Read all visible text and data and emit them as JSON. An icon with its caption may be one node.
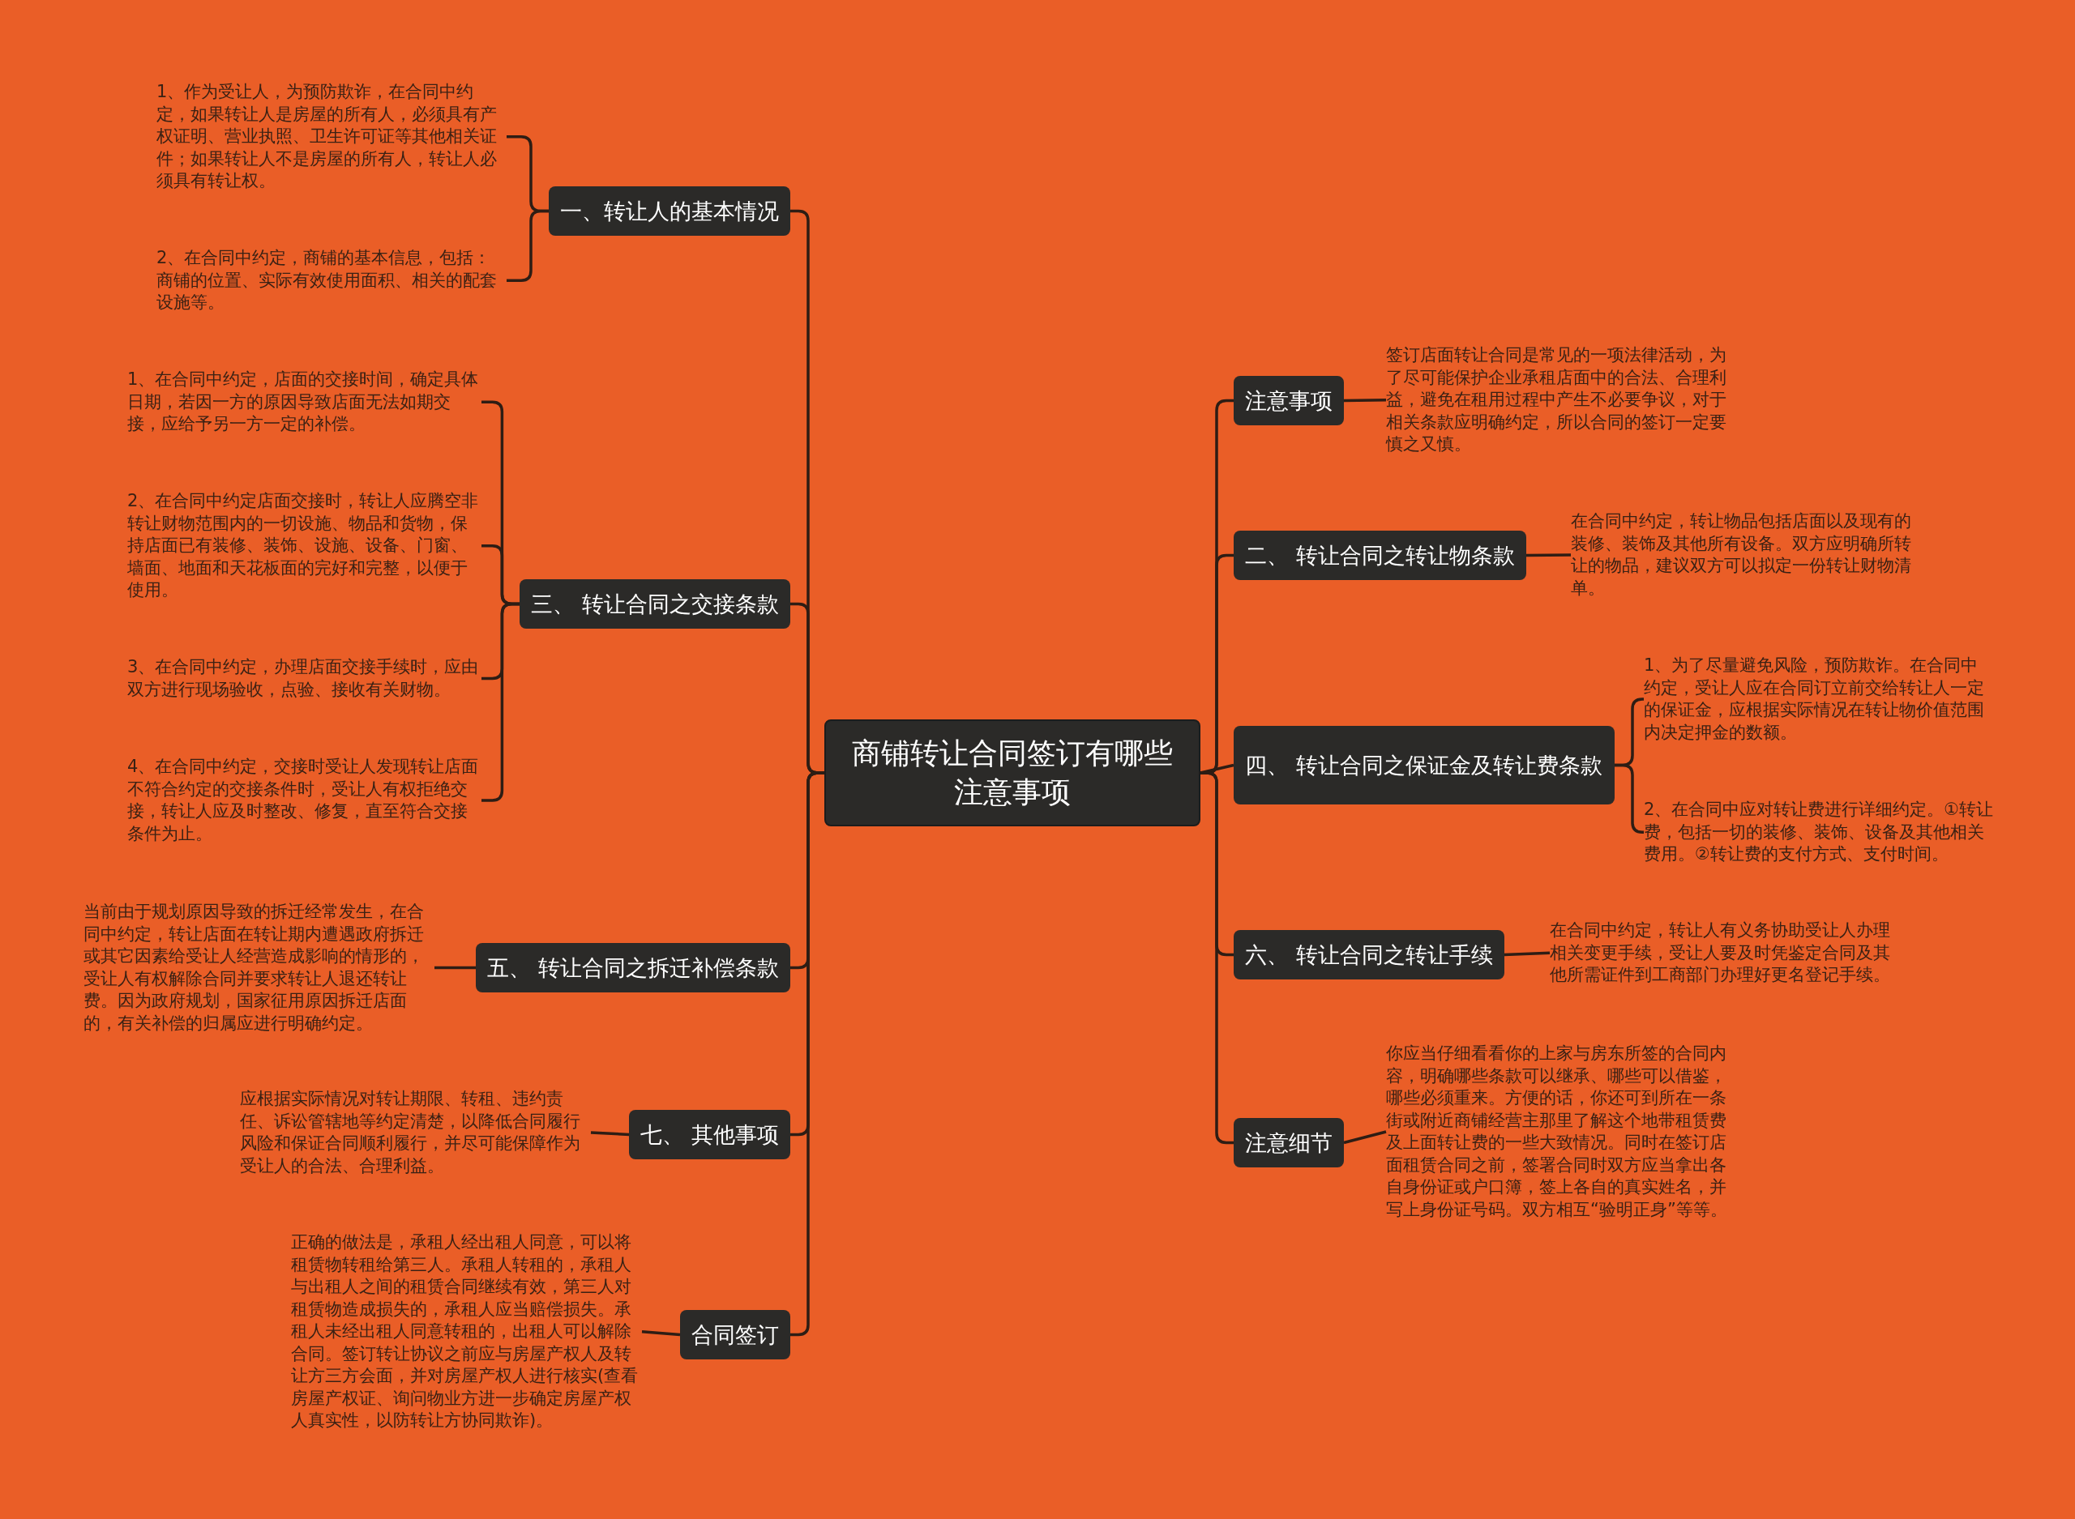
{
  "diagram": {
    "nodes": [
      {
        "text": [
          "商铺转让合同签订有哪些注意事项"
        ]
      },
      {
        "text": [
          "一、转让人的基本情况"
        ]
      },
      {
        "text": [
          "1、作为受让人，为预防欺诈，在合同中约定，如果转让人是房屋的所有人，必须具有产权证明、营业执照、卫生许可证等其他相关证件；如果转让人不是房屋的所有人，转让人必须具有转让权。"
        ]
      },
      {
        "text": [
          "2、在合同中约定，商铺的基本信息，包括：商铺的位置、实际有效使用面积、相关的配套设施等。"
        ]
      },
      {
        "text": [
          "三、 转让合同之交接条款"
        ]
      },
      {
        "text": [
          "1、在合同中约定，店面的交接时间，确定具体日期，若因一方的原因导致店面无法如期交接，应给予另一方一定的补偿。"
        ]
      },
      {
        "text": [
          "2、在合同中约定店面交接时，转让人应腾空非转让财物范围内的一切设施、物品和货物，保持店面已有装修、装饰、设施、设备、门窗、墙面、地面和天花板面的完好和完整，以便于使用。"
        ]
      },
      {
        "text": [
          "3、在合同中约定，办理店面交接手续时，应由双方进行现场验收，点验、接收有关财物。"
        ]
      },
      {
        "text": [
          "4、在合同中约定，交接时受让人发现转让店面不符合约定的交接条件时，受让人有权拒绝交接，转让人应及时整改、修复，直至符合交接条件为止。"
        ]
      },
      {
        "text": [
          "五、 转让合同之拆迁补偿条款"
        ]
      },
      {
        "text": [
          "当前由于规划原因导致的拆迁经常发生，在合同中约定，转让店面在转让期内遭遇政府拆迁或其它因素给受让人经营造成影响的情形的，受让人有权解除合同并要求转让人退还转让费。因为政府规划，国家征用原因拆迁店面的，有关补偿的归属应进行明确约定。"
        ]
      },
      {
        "text": [
          "七、 其他事项"
        ]
      },
      {
        "text": [
          "应根据实际情况对转让期限、转租、违约责任、诉讼管辖地等约定清楚，以降低合同履行风险和保证合同顺利履行，并尽可能保障作为受让人的合法、合理利益。"
        ]
      },
      {
        "text": [
          "合同签订"
        ]
      },
      {
        "text": [
          "正确的做法是，承租人经出租人同意，可以将租赁物转租给第三人。承租人转租的，承租人与出租人之间的租赁合同继续有效，第三人对租赁物造成损失的，承租人应当赔偿损失。承租人未经出租人同意转租的，出租人可以解除合同。签订转让协议之前应与房屋产权人及转让方三方会面，并对房屋产权人进行核实(查看房屋产权证、询问物业方进一步确定房屋产权人真实性，以防转让方协同欺诈)。"
        ]
      },
      {
        "text": [
          "注意事项"
        ]
      },
      {
        "text": [
          "签订店面转让合同是常见的一项法律活动，为了尽可能保护企业承租店面中的合法、合理利益，避免在租用过程中产生不必要争议，对于相关条款应明确约定，所以合同的签订一定要慎之又慎。"
        ]
      },
      {
        "text": [
          "二、 转让合同之转让物条款"
        ]
      },
      {
        "text": [
          "在合同中约定，转让物品包括店面以及现有的装修、装饰及其他所有设备。双方应明确所转让的物品，建议双方可以拟定一份转让财物清单。"
        ]
      },
      {
        "text": [
          "四、 转让合同之保证金及转让费条款"
        ]
      },
      {
        "text": [
          "1、为了尽量避免风险，预防欺诈。在合同中约定，受让人应在合同订立前交给转让人一定的保证金，应根据实际情况在转让物价值范围内决定押金的数额。"
        ]
      },
      {
        "text": [
          "2、在合同中应对转让费进行详细约定。①转让费，包括一切的装修、装饰、设备及其他相关费用。②转让费的支付方式、支付时间。"
        ]
      },
      {
        "text": [
          "六、 转让合同之转让手续"
        ]
      },
      {
        "text": [
          "在合同中约定，转让人有义务协助受让人办理相关变更手续，受让人要及时凭鉴定合同及其他所需证件到工商部门办理好更名登记手续。"
        ]
      },
      {
        "text": [
          "注意细节"
        ]
      },
      {
        "text": [
          "你应当仔细看看你的上家与房东所签的合同内容，明确哪些条款可以继承、哪些可以借鉴，哪些必须重来。方便的话，你还可到所在一条街或附近商铺经营主那里了解这个地带租赁费及上面转让费的一些大致情况。同时在签订店面租赁合同之前，签署合同时双方应当拿出各自身份证或户口簿，签上各自的真实姓名，并写上身份证号码。双方相互“验明正身”等等。"
        ]
      }
    ],
    "edges": [
      {
        "from": 0,
        "to": 1,
        "arrow": "none"
      },
      {
        "from": 1,
        "to": 2,
        "arrow": "none"
      },
      {
        "from": 1,
        "to": 3,
        "arrow": "none"
      },
      {
        "from": 0,
        "to": 4,
        "arrow": "none"
      },
      {
        "from": 4,
        "to": 5,
        "arrow": "none"
      },
      {
        "from": 4,
        "to": 6,
        "arrow": "none"
      },
      {
        "from": 4,
        "to": 7,
        "arrow": "none"
      },
      {
        "from": 4,
        "to": 8,
        "arrow": "none"
      },
      {
        "from": 0,
        "to": 9,
        "arrow": "none"
      },
      {
        "from": 9,
        "to": 10,
        "arrow": "none"
      },
      {
        "from": 0,
        "to": 11,
        "arrow": "none"
      },
      {
        "from": 11,
        "to": 12,
        "arrow": "none"
      },
      {
        "from": 0,
        "to": 13,
        "arrow": "none"
      },
      {
        "from": 13,
        "to": 14,
        "arrow": "none"
      },
      {
        "from": 0,
        "to": 15,
        "arrow": "none"
      },
      {
        "from": 15,
        "to": 16,
        "arrow": "none"
      },
      {
        "from": 0,
        "to": 17,
        "arrow": "none"
      },
      {
        "from": 17,
        "to": 18,
        "arrow": "none"
      },
      {
        "from": 0,
        "to": 19,
        "arrow": "none"
      },
      {
        "from": 19,
        "to": 20,
        "arrow": "none"
      },
      {
        "from": 19,
        "to": 21,
        "arrow": "none"
      },
      {
        "from": 0,
        "to": 22,
        "arrow": "none"
      },
      {
        "from": 22,
        "to": 23,
        "arrow": "none"
      },
      {
        "from": 0,
        "to": 24,
        "arrow": "none"
      },
      {
        "from": 24,
        "to": 25,
        "arrow": "none"
      }
    ]
  }
}
